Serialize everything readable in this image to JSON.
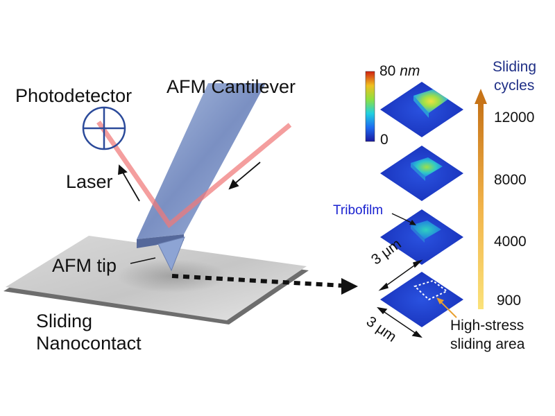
{
  "labels": {
    "photodetector": "Photodetector",
    "cantilever": "AFM Cantilever",
    "laser": "Laser",
    "tip": "AFM tip",
    "sliding_line1": "Sliding",
    "sliding_line2": "Nanocontact",
    "tribofilm": "Tribofilm",
    "stress_line1": "High-stress",
    "stress_line2": "sliding area",
    "dim_top": "3 μm",
    "dim_bottom": "3 μm"
  },
  "colorbar": {
    "max": "80",
    "unit": "nm",
    "min": "0"
  },
  "cycles": {
    "title_line1": "Sliding",
    "title_line2": "cycles",
    "values": [
      "12000",
      "8000",
      "4000",
      "900"
    ]
  },
  "colors": {
    "laser": "#f48a8a",
    "cantilever": "#7f96c8",
    "substrate": "#cfcfcf",
    "surface": "#1f3fc8",
    "pointer": "#e8a030"
  }
}
